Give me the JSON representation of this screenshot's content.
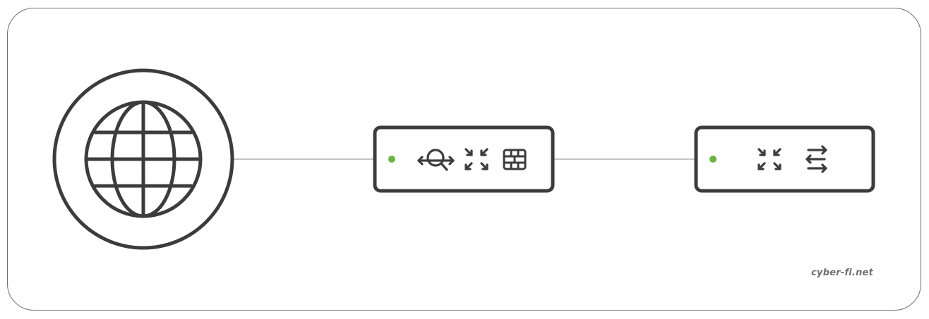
{
  "diagram": {
    "nodes": [
      {
        "id": "internet",
        "kind": "globe",
        "icons": [
          "globe-icon"
        ]
      },
      {
        "id": "device-1",
        "kind": "appliance",
        "status_color": "#6db33f",
        "icons": [
          "inspection-icon",
          "routing-arrows-icon",
          "firewall-icon"
        ]
      },
      {
        "id": "device-2",
        "kind": "appliance",
        "status_color": "#6db33f",
        "icons": [
          "routing-arrows-icon",
          "switch-arrows-icon"
        ]
      }
    ],
    "links": [
      {
        "from": "internet",
        "to": "device-1"
      },
      {
        "from": "device-1",
        "to": "device-2"
      }
    ]
  },
  "colors": {
    "stroke": "#3c3c3c",
    "link": "#8a8a8a",
    "status": "#6db33f",
    "frame": "#6e6e6e",
    "watermark": "#707070"
  },
  "footer": {
    "watermark": "cyber-fi.net"
  }
}
